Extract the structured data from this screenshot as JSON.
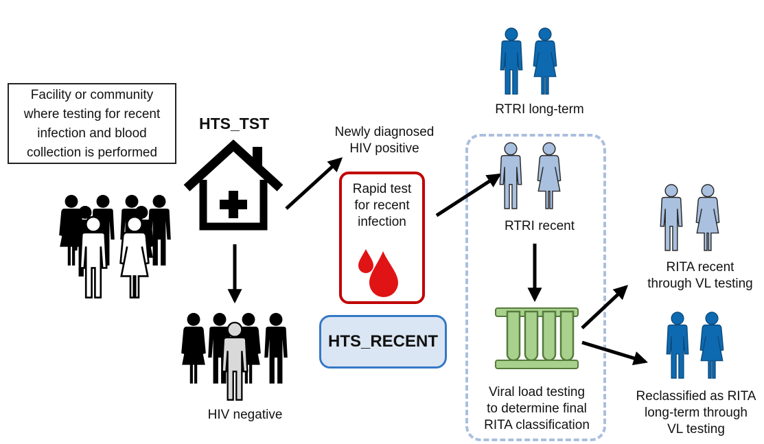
{
  "facility_box": {
    "lines": [
      "Facility or community",
      "where testing for recent",
      "infection and blood",
      "collection is performed"
    ]
  },
  "hts_tst": "HTS_TST",
  "newly_diagnosed": [
    "Newly diagnosed",
    "HIV positive"
  ],
  "rapid_test": [
    "Rapid test",
    "for recent",
    "infection"
  ],
  "hts_recent": "HTS_RECENT",
  "hiv_negative": "HIV negative",
  "rtri_long_term": "RTRI long-term",
  "rtri_recent": "RTRI recent",
  "viral_load": [
    "Viral load testing",
    "to determine final",
    "RITA classification"
  ],
  "rita_recent": [
    "RITA recent",
    "through VL testing"
  ],
  "reclassified": [
    "Reclassified as RITA",
    "long-term through",
    "VL testing"
  ],
  "colors": {
    "dark_blue_person": "#0e6ab0",
    "light_blue_person": "#a9c0df",
    "blood_red": "#e01414",
    "rapid_border": "#c00000",
    "hts_recent_border": "#3478c6",
    "hts_recent_fill": "#dbe6f4",
    "dashed_border": "#aabfdf",
    "tube_green": "#a9d18e"
  }
}
